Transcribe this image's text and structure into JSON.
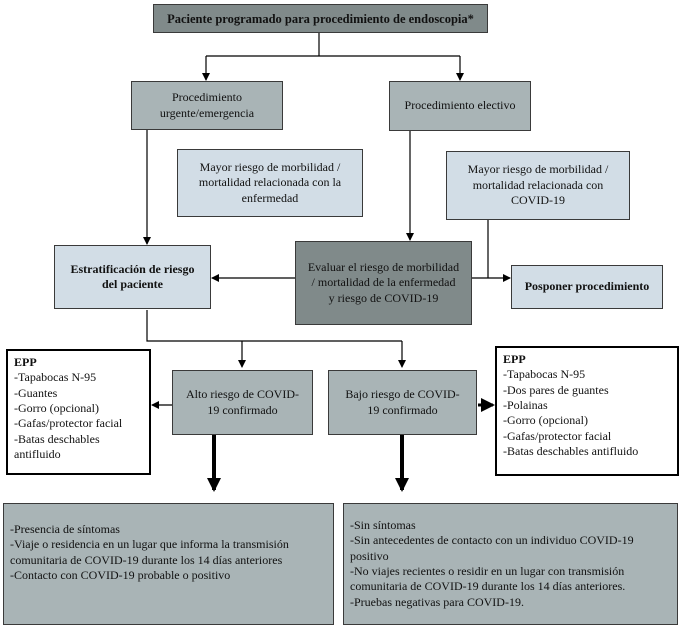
{
  "nodes": {
    "top": "Paciente programado para procedimiento de endoscopia*",
    "urgent": [
      "Procedimiento",
      "urgente/emergencia"
    ],
    "elective": "Procedimiento electivo",
    "risk_disease": [
      "Mayor riesgo de morbilidad /",
      "mortalidad relacionada con la",
      "enfermedad"
    ],
    "risk_covid": [
      "Mayor riesgo de morbilidad /",
      "mortalidad relacionada con",
      "COVID-19"
    ],
    "stratify": [
      "Estratificación de riesgo",
      "del paciente"
    ],
    "evaluate": [
      "Evaluar el riesgo de morbilidad",
      "/ mortalidad de la enfermedad",
      "y riesgo de COVID-19"
    ],
    "postpone": "Posponer procedimiento",
    "high_risk": [
      "Alto riesgo de COVID-",
      "19 confirmado"
    ],
    "low_risk": [
      "Bajo riesgo de COVID-",
      "19 confirmado"
    ]
  },
  "epp_left": {
    "title": "EPP",
    "items": [
      "-Tapabocas N-95",
      "-Guantes",
      "-Gorro (opcional)",
      "-Gafas/protector facial",
      "-Batas deschables",
      "antifluido"
    ]
  },
  "epp_right": {
    "title": "EPP",
    "items": [
      "-Tapabocas N-95",
      "-Dos pares de guantes",
      "-Polainas",
      "-Gorro (opcional)",
      "-Gafas/protector facial",
      "-Batas deschables antifluido"
    ]
  },
  "criteria_high": [
    "-Presencia de síntomas",
    "-Viaje o residencia en un lugar que informa la transmisión",
    "comunitaria de COVID-19 durante los 14 días anteriores",
    "-Contacto con COVID-19 probable o positivo"
  ],
  "criteria_low": [
    "-Sin síntomas",
    "-Sin antecedentes de contacto con un individuo COVID-19",
    "positivo",
    "-No viajes recientes o residir en un lugar con transmisión",
    "comunitaria de COVID-19 durante los 14 días anteriores.",
    "-Pruebas negativas para COVID-19."
  ]
}
